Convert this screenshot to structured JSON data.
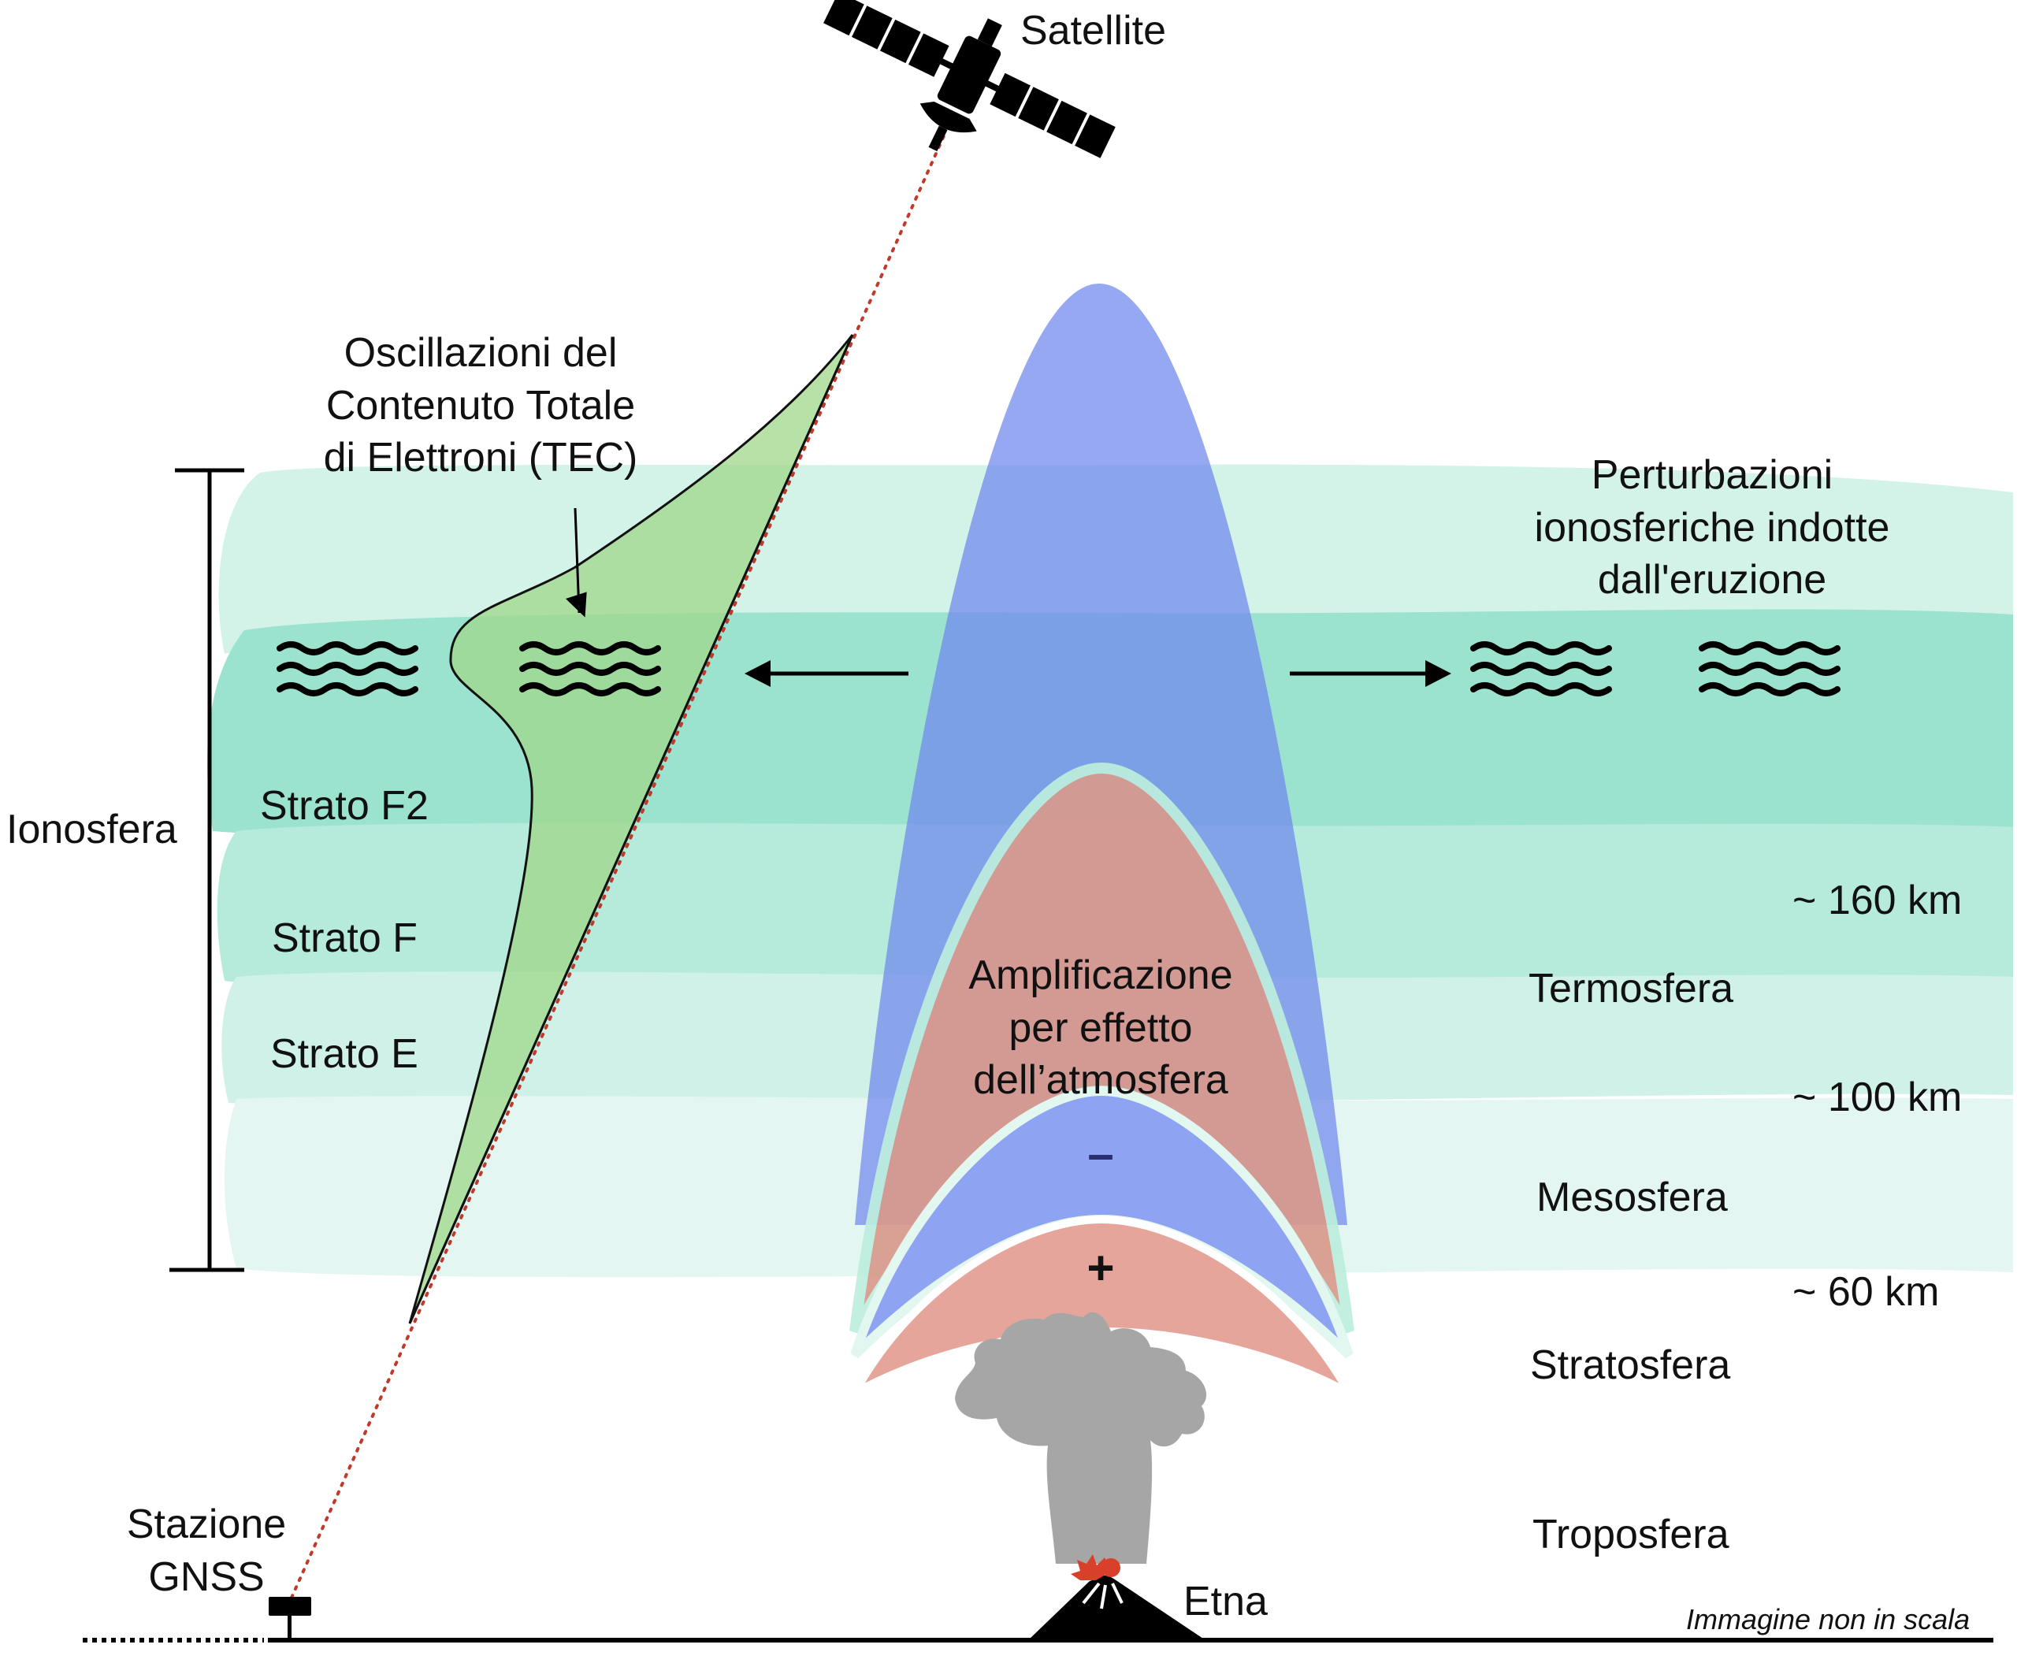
{
  "labels": {
    "satellite": "Satellite",
    "tec": [
      "Oscillazioni del",
      "Contenuto Totale",
      "di Elettroni (TEC)"
    ],
    "perturbations": [
      "Perturbazioni",
      "ionosferiche indotte",
      "dall'eruzione"
    ],
    "ionosphere": "Ionosfera",
    "layers": {
      "f2": "Strato F2",
      "f": "Strato F",
      "e": "Strato E"
    },
    "amplification": [
      "Amplificazione",
      "per effetto",
      "dell’atmosfera"
    ],
    "minus": "–",
    "plus": "+",
    "altitudes": {
      "km160": "~ 160 km",
      "km100": "~ 100 km",
      "km60": "~ 60 km"
    },
    "atmosphere": {
      "thermosphere": "Termosfera",
      "mesosphere": "Mesosfera",
      "stratosphere": "Stratosfera",
      "troposphere": "Troposfera"
    },
    "station": [
      "Stazione",
      "GNSS"
    ],
    "volcano": "Etna",
    "scale_note": "Immagine non in scala"
  },
  "icons": {
    "satellite": "satellite-icon",
    "receiver": "gnss-receiver-icon",
    "waves": "wave-icon",
    "volcano": "volcano-icon",
    "plume": "ash-plume-icon"
  },
  "colors": {
    "ionosphere_band_light": "#d6f2ea",
    "ionosphere_band_mid": "#b8e8dc",
    "ionosphere_band_strong": "#95dfcb",
    "tec_fill": "#a6d98e",
    "acoustic_blue": "#7f96f0",
    "acoustic_red": "#e09c90",
    "plume_gray": "#a8a8a8",
    "line_of_sight": "#c0392b"
  }
}
